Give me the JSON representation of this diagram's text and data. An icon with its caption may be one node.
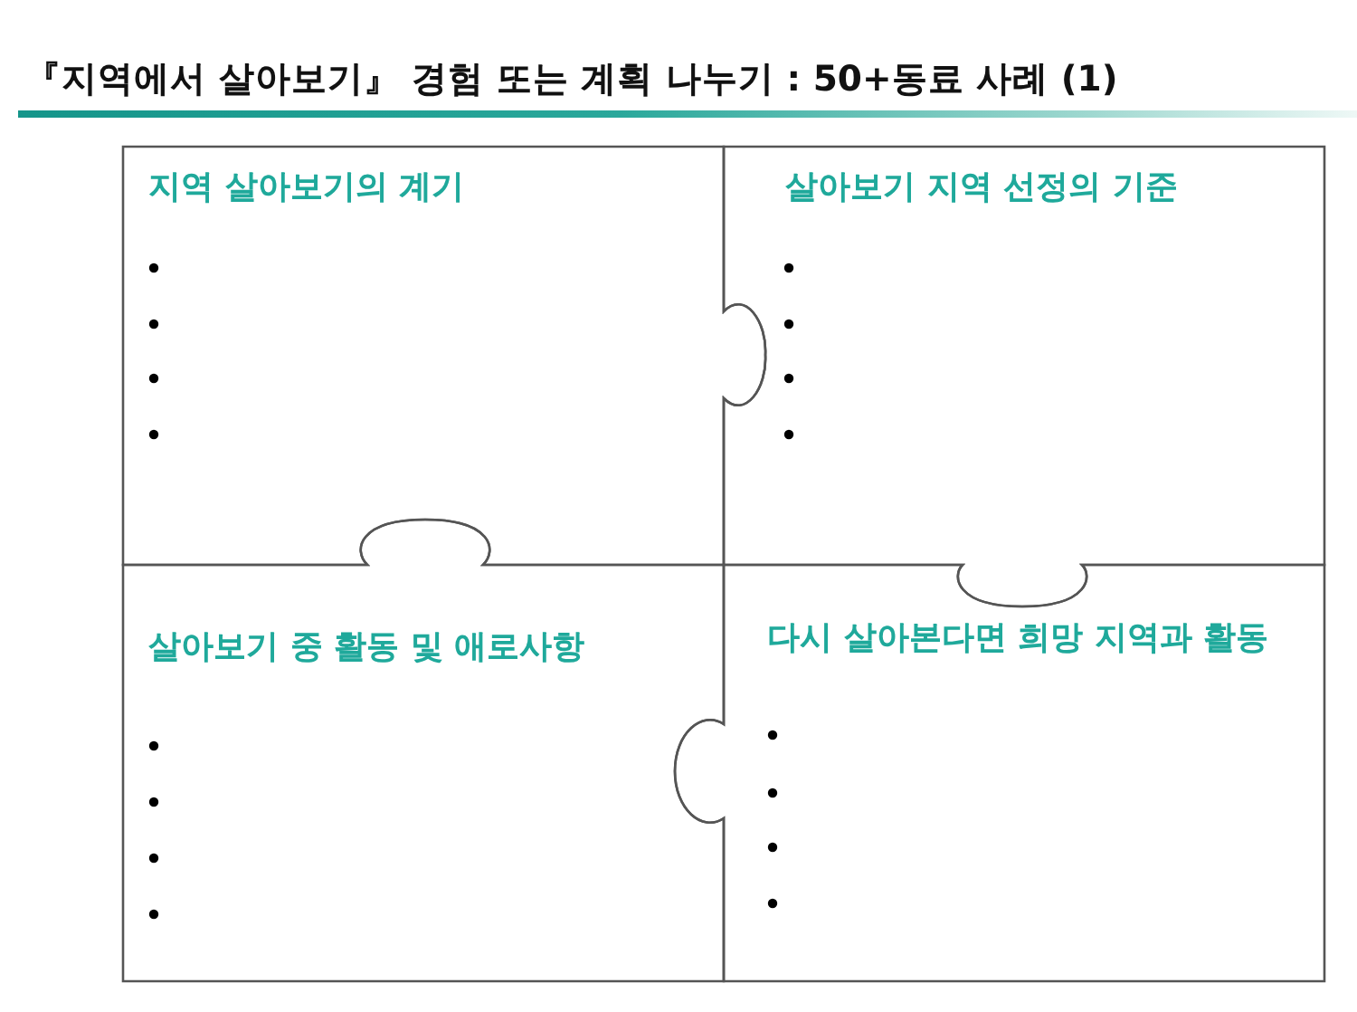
{
  "diagram": {
    "title": "『지역에서 살아보기』 경험 또는 계획 나누기 : 50+동료 사례 (1)",
    "nodes": [
      {
        "text": [
          "지역 살아보기의 계기"
        ]
      },
      {
        "text": [
          "살아보기 지역 선정의 기준"
        ]
      },
      {
        "text": [
          "살아보기 중 활동 및 애로사항"
        ]
      },
      {
        "text": [
          "다시 살아본다면 희망 지역과 활동"
        ]
      }
    ]
  }
}
